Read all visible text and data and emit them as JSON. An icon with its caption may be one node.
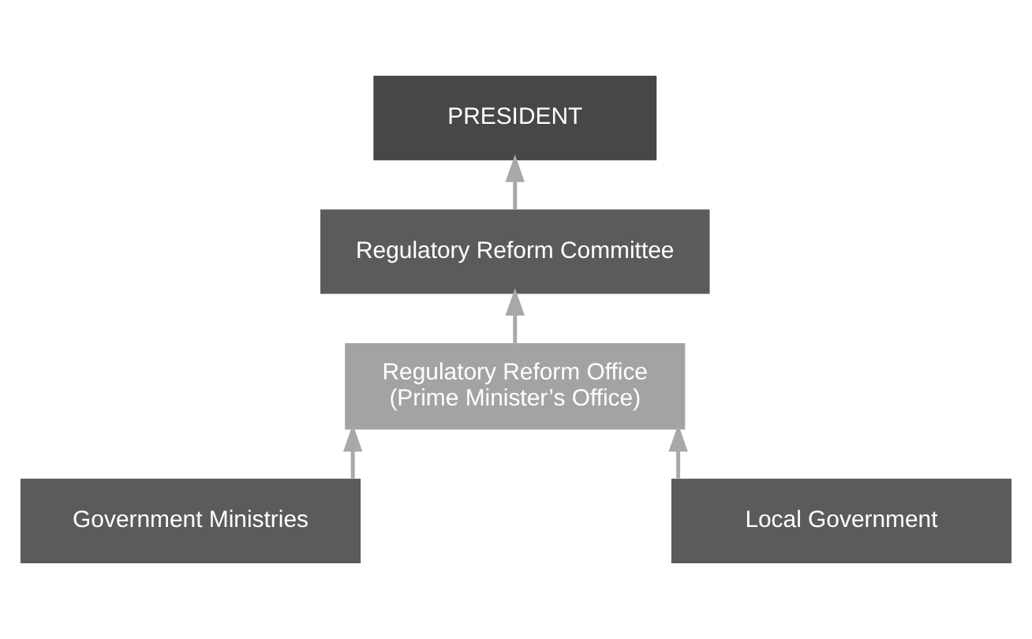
{
  "diagram": {
    "nodes": [
      {
        "text": [
          "PRESIDENT"
        ]
      },
      {
        "text": [
          "Regulatory Reform Committee"
        ]
      },
      {
        "text": [
          "Regulatory Reform Office",
          "(Prime Minister’s Office)"
        ]
      },
      {
        "text": [
          "Government Ministries"
        ]
      },
      {
        "text": [
          "Local Government"
        ]
      }
    ],
    "edges": [
      {
        "from": 1,
        "to": 0,
        "arrow": "to"
      },
      {
        "from": 2,
        "to": 1,
        "arrow": "to"
      },
      {
        "from": 3,
        "to": 2,
        "arrow": "to"
      },
      {
        "from": 4,
        "to": 2,
        "arrow": "to"
      }
    ]
  }
}
